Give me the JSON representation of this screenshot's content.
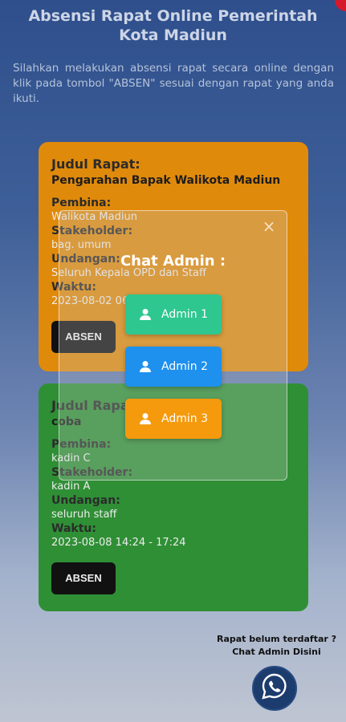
{
  "header": {
    "title": "Absensi Rapat Online Pemerintah Kota Madiun",
    "intro": "Silahkan melakukan absensi rapat secara online dengan klik pada tombol \"ABSEN\" sesuai dengan rapat yang anda ikuti."
  },
  "labels": {
    "judul": "Judul Rapat:",
    "pembina": "Pembina:",
    "stakeholder": "Stakeholder:",
    "undangan": "Undangan:",
    "waktu": "Waktu:",
    "absen": "ABSEN"
  },
  "meetings": [
    {
      "judul": "Pengarahan Bapak Walikota Madiun",
      "pembina": "Walikota Madiun",
      "stakeholder": "bag. umum",
      "undangan": "Seluruh Kepala OPD dan Staff",
      "waktu": "2023-08-02 06"
    },
    {
      "judul": "coba",
      "pembina": "kadin C",
      "stakeholder": "kadin A",
      "undangan": "seluruh staff",
      "waktu": "2023-08-08 14:24 - 17:24"
    }
  ],
  "modal": {
    "title": "Chat Admin :",
    "close": "×",
    "admins": [
      "Admin 1",
      "Admin 2",
      "Admin 3"
    ]
  },
  "footer": {
    "line1": "Rapat belum terdaftar ?",
    "line2": "Chat Admin Disini"
  },
  "colors": {
    "card1": "#e08a0b",
    "card2": "#2f8f35",
    "admin1": "#2ec78f",
    "admin2": "#1e90ee",
    "admin3": "#f59a0d"
  },
  "icons": {
    "admin": "person-icon",
    "whatsapp": "whatsapp-icon",
    "close": "close-icon"
  }
}
